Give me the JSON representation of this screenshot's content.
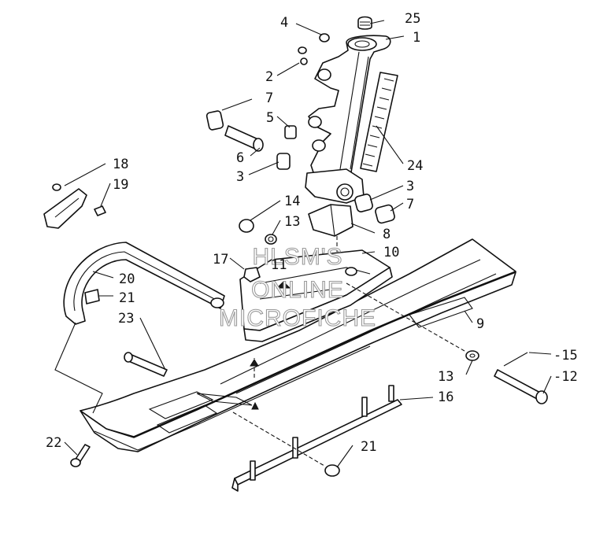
{
  "diagram": {
    "watermark_lines": [
      "HLSM'S",
      "ONLINE",
      "MICROFICHE"
    ],
    "callouts": [
      {
        "id": "c25",
        "label": "25"
      },
      {
        "id": "c1",
        "label": "1"
      },
      {
        "id": "c4",
        "label": "4"
      },
      {
        "id": "c2",
        "label": "2"
      },
      {
        "id": "c7a",
        "label": "7"
      },
      {
        "id": "c5",
        "label": "5"
      },
      {
        "id": "c6",
        "label": "6"
      },
      {
        "id": "c3a",
        "label": "3"
      },
      {
        "id": "c24",
        "label": "24"
      },
      {
        "id": "c18",
        "label": "18"
      },
      {
        "id": "c19",
        "label": "19"
      },
      {
        "id": "c14",
        "label": "14"
      },
      {
        "id": "c3b",
        "label": "3"
      },
      {
        "id": "c7b",
        "label": "7"
      },
      {
        "id": "c13a",
        "label": "13"
      },
      {
        "id": "c8",
        "label": "8"
      },
      {
        "id": "c17",
        "label": "17"
      },
      {
        "id": "c11",
        "label": "11"
      },
      {
        "id": "c10",
        "label": "10"
      },
      {
        "id": "c20",
        "label": "20"
      },
      {
        "id": "c21a",
        "label": "21"
      },
      {
        "id": "c23",
        "label": "23"
      },
      {
        "id": "c9",
        "label": "9"
      },
      {
        "id": "c15",
        "label": "-15"
      },
      {
        "id": "c13b",
        "label": "13"
      },
      {
        "id": "c12",
        "label": "-12"
      },
      {
        "id": "c16",
        "label": "16"
      },
      {
        "id": "c22",
        "label": "22"
      },
      {
        "id": "c21b",
        "label": "21"
      }
    ]
  }
}
